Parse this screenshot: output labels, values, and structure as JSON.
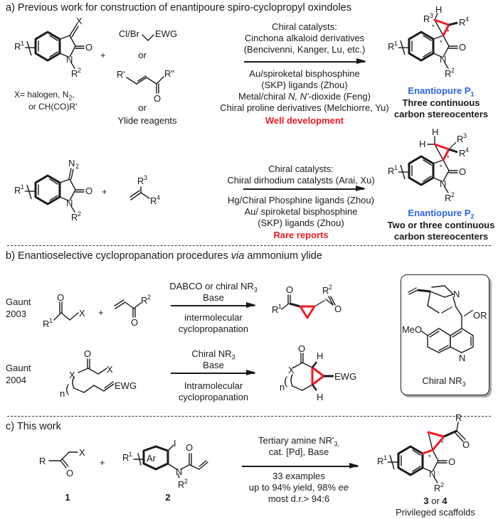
{
  "section_a": {
    "title": "a) Previous work for construction of enantipoure spiro-cyclopropyl oxindoles",
    "row1": {
      "reactant1_labels": {
        "x": "X",
        "r1": "R",
        "r1_sup": "1",
        "o": "O",
        "n": "N",
        "r2": "R",
        "r2_sup": "2"
      },
      "x_definition_line1_pre": "X= halogen, N",
      "x_definition_line1_sub": "2",
      "x_definition_line1_post": ",",
      "x_definition_line2": "or CH(CO)R'",
      "plus": "+",
      "reagent_a": {
        "left": "Cl/Br",
        "right": "EWG"
      },
      "or1": "or",
      "reagent_b": {
        "r_prime": "R'",
        "r_dprime": "R''",
        "o": "O"
      },
      "or2": "or",
      "ylide": "Ylide reagents",
      "conditions_above": [
        "Chiral catalysts:",
        "Cinchona alkaloid derivatives",
        "(Bencivenni, Kanger, Lu, etc.)"
      ],
      "conditions_below": [
        "Au/spiroketal bisphosphine",
        "(SKP) ligands (Zhou)"
      ],
      "condition_feng_pre": "Metal/chiral ",
      "condition_feng_italic": "N, N'",
      "condition_feng_post": "-dioxide (Feng)",
      "condition_last": "Chiral proline derivatives (Melchiorre, Yu)",
      "status": "Well development",
      "product_labels": {
        "h": "H",
        "r3": "R",
        "r3_sup": "3",
        "r4": "R",
        "r4_sup": "4",
        "star": "*"
      },
      "product_name": "Enantiopure P",
      "product_sub": "1",
      "product_desc": [
        "Three continuous",
        "carbon stereocenters"
      ]
    },
    "row2": {
      "reactant1_top": "N",
      "reactant1_top_sub": "2",
      "plus": "+",
      "alkene_labels": {
        "r3": "R",
        "r3_sup": "3",
        "r4": "R",
        "r4_sup": "4"
      },
      "conditions_above": [
        "Chiral catalysts:",
        "Chiral dirhodium catalysts (Arai, Xu)"
      ],
      "conditions_below": [
        "Hg/Chiral Phosphine ligands (Zhou)",
        "Au/ spiroketal bisphosphine",
        "(SKP) ligands (Zhou)"
      ],
      "status": "Rare reports",
      "product_name": "Enantiopure P",
      "product_sub": "2",
      "product_desc": [
        "Two or three continuous",
        "carbon stereocenters"
      ]
    }
  },
  "section_b": {
    "title_pre": "b) Enantioselective cyclopropanation procedures ",
    "title_italic": "via",
    "title_post": " ammonium ylide",
    "row1": {
      "author": "Gaunt",
      "year": "2003",
      "plus": "+",
      "conditions_above_pre": "DABCO or chiral NR",
      "conditions_above_sub": "3",
      "conditions_above2": "Base",
      "conditions_below": [
        "intermolecular",
        "cyclopropanation"
      ]
    },
    "row2": {
      "author": "Gaunt",
      "year": "2004",
      "conditions_above_pre": "Chiral NR",
      "conditions_above_sub": "3",
      "conditions_above2": "Base",
      "conditions_below": [
        "Intramolecular",
        "cyclopropanation"
      ],
      "ewg": "EWG",
      "n": "n"
    },
    "catalyst_box": {
      "label_pre": "Chiral NR",
      "label_sub": "3",
      "meo": "MeO",
      "or": "OR",
      "n": "N"
    }
  },
  "section_c": {
    "title": "c) This work",
    "reactant1_number": "1",
    "plus": "+",
    "reactant2_number": "2",
    "reactant2_labels": {
      "i": "I",
      "ar": "Ar"
    },
    "conditions_above": [
      "Tertiary amine NR'",
      "cat. [Pd], Base"
    ],
    "conditions_above_sub": "3,",
    "conditions_below": [
      "33 examples"
    ],
    "yield_pre": "up to 94% yield, 98% ",
    "yield_italic": "ee",
    "dr": "most d.r.> 94:6",
    "product_num_a": "3",
    "product_or": "or",
    "product_num_b": "4",
    "product_desc": "Privileged  scaffolds"
  }
}
